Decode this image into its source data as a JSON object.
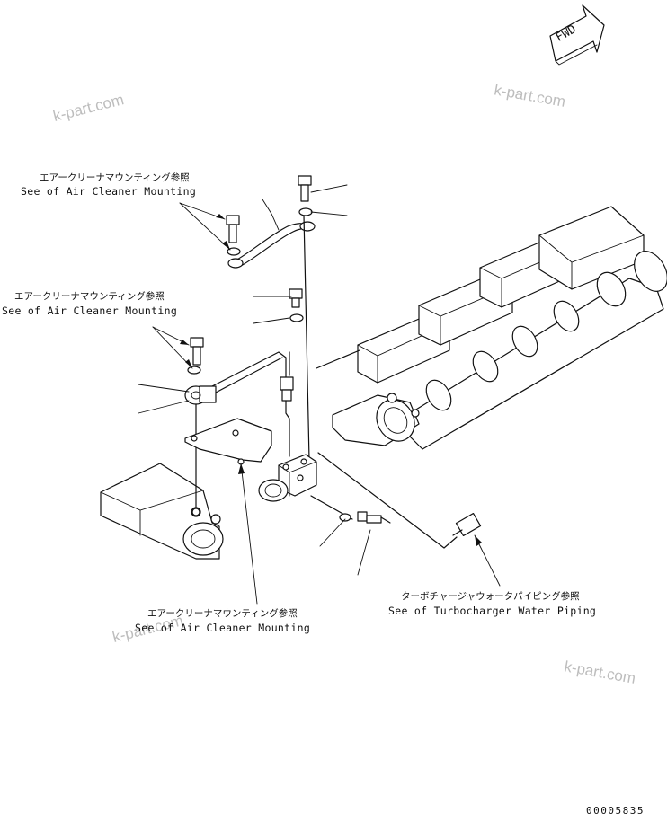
{
  "labels": {
    "air_cleaner_1_jp": "エアークリーナマウンティング参照",
    "air_cleaner_1_en": "See of Air Cleaner Mounting",
    "air_cleaner_2_jp": "エアークリーナマウンティング参照",
    "air_cleaner_2_en": "See of Air Cleaner Mounting",
    "air_cleaner_3_jp": "エアークリーナマウンティング参照",
    "air_cleaner_3_en": "See of Air Cleaner Mounting",
    "turbo_jp": "ターボチャージャウォータパイピング参照",
    "turbo_en": "See of Turbocharger Water Piping"
  },
  "fwd_label": "FWD",
  "watermarks": [
    "k-part.com",
    "k-part.com",
    "k-part.com",
    "k-part.com"
  ],
  "drawing_code": "00005835"
}
